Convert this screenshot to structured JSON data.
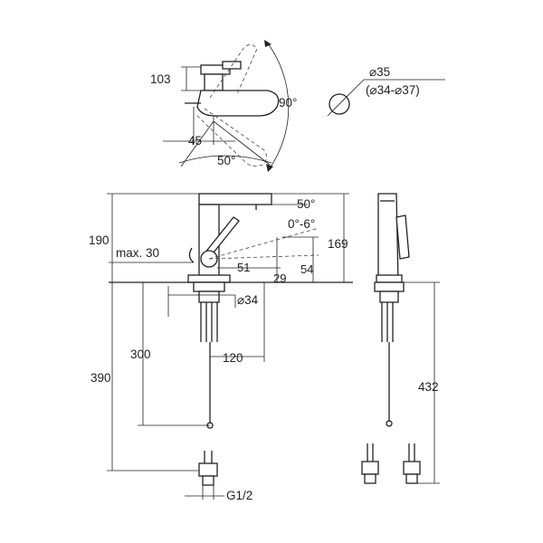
{
  "dimensions": {
    "height_103": "103",
    "angle_90": "90°",
    "offset_45": "45",
    "angle_50_top": "50°",
    "diameter_35": "⌀35",
    "diameter_range": "(⌀34-⌀37)",
    "angle_50_side": "50°",
    "tilt": "0°-6°",
    "height_190": "190",
    "max_30": "max. 30",
    "height_169": "169",
    "dim_51": "51",
    "dim_29": "29",
    "dim_54": "54",
    "diameter_34": "⌀34",
    "length_300": "300",
    "length_120": "120",
    "length_390": "390",
    "length_432": "432",
    "thread": "G1/2"
  }
}
